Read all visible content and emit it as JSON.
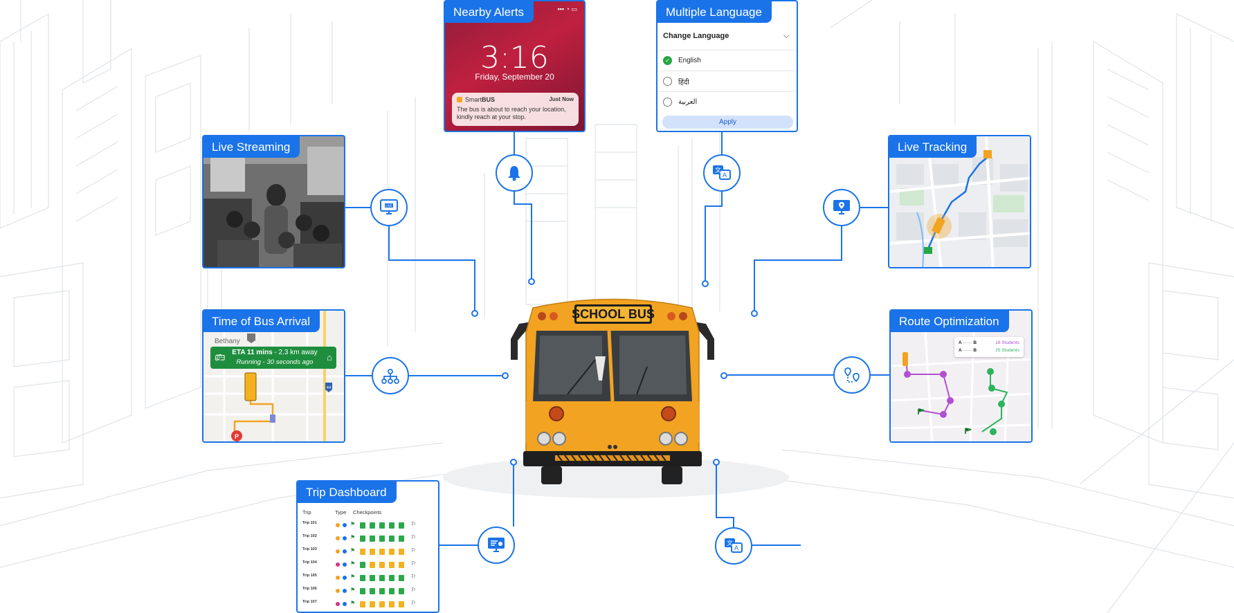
{
  "colors": {
    "accent": "#1a73e8",
    "bus_yellow": "#f2a322",
    "eta_green": "#1e8e3e",
    "route_purple": "#b14fd0",
    "route_green": "#2db35d"
  },
  "hub": {
    "bus_sign": "SCHOOL BUS"
  },
  "nearby_alerts": {
    "title": "Nearby Alerts",
    "clock": "3:16",
    "date": "Friday, September 20",
    "notification": {
      "app_prefix": "Smart",
      "app_bold": "BUS",
      "time": "Just Now",
      "message": "The bus is about to reach your location, kindly reach at your stop."
    },
    "icon": "bell-icon"
  },
  "multiple_language": {
    "title": "Multiple Language",
    "heading": "Change Language",
    "options": [
      {
        "label": "English",
        "selected": true
      },
      {
        "label": "हिंदी",
        "selected": false
      },
      {
        "label": "العربية",
        "selected": false
      }
    ],
    "apply_label": "Apply",
    "icon": "translate-icon"
  },
  "live_streaming": {
    "title": "Live Streaming",
    "icon": "live-monitor-icon",
    "icon_text": "LIVE"
  },
  "live_tracking": {
    "title": "Live Tracking",
    "icon": "location-monitor-icon"
  },
  "bus_arrival": {
    "title": "Time of Bus Arrival",
    "place": "Bethany",
    "eta_bold": "ETA 11 mins",
    "eta_rest": " - 2.3 km away",
    "status": "Running - 30 seconds ago",
    "highway": "44",
    "parking": "P",
    "icon": "route-tree-icon"
  },
  "route_optimization": {
    "title": "Route Optimization",
    "legend": [
      {
        "from": "A",
        "to": "B",
        "value": "16 Students",
        "color": "#b14fd0"
      },
      {
        "from": "A",
        "to": "B",
        "value": "25 Students",
        "color": "#2db35d"
      }
    ],
    "icon": "route-pins-icon"
  },
  "trip_dashboard": {
    "title": "Trip Dashboard",
    "headers": [
      "Trip",
      "Type",
      "Checkpoints"
    ],
    "rows": [
      {
        "trip": "Trip 101",
        "status": [
          "g",
          "g",
          "g",
          "g",
          "g"
        ]
      },
      {
        "trip": "Trip 102",
        "status": [
          "g",
          "g",
          "g",
          "g",
          "g"
        ]
      },
      {
        "trip": "Trip 103",
        "status": [
          "y",
          "y",
          "y",
          "y",
          "y"
        ]
      },
      {
        "trip": "Trip 104",
        "status": [
          "g",
          "y",
          "y",
          "y",
          "y"
        ]
      },
      {
        "trip": "Trip 105",
        "status": [
          "g",
          "g",
          "g",
          "g",
          "g"
        ]
      },
      {
        "trip": "Trip 106",
        "status": [
          "g",
          "g",
          "g",
          "g",
          "g"
        ]
      },
      {
        "trip": "Trip 107",
        "status": [
          "y",
          "y",
          "y",
          "y",
          "y"
        ]
      }
    ],
    "icon": "dashboard-monitor-icon"
  },
  "bottom_right": {
    "icon": "translate-icon"
  }
}
